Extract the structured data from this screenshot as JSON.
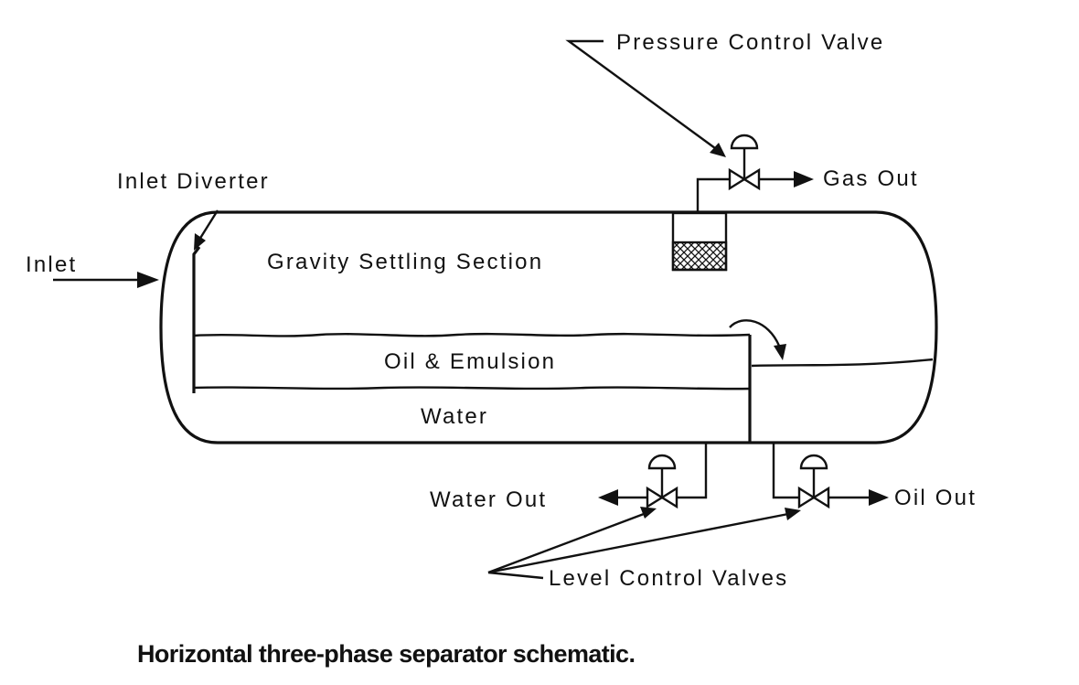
{
  "labels": {
    "pressure_control_valve": "Pressure Control Valve",
    "inlet_diverter": "Inlet Diverter",
    "gas_out": "Gas Out",
    "inlet": "Inlet",
    "gravity_settling_section": "Gravity Settling Section",
    "oil_emulsion": "Oil & Emulsion",
    "water": "Water",
    "water_out": "Water  Out",
    "oil_out": "Oil Out",
    "level_control_valves": "Level Control Valves"
  },
  "caption": "Horizontal three-phase separator schematic."
}
